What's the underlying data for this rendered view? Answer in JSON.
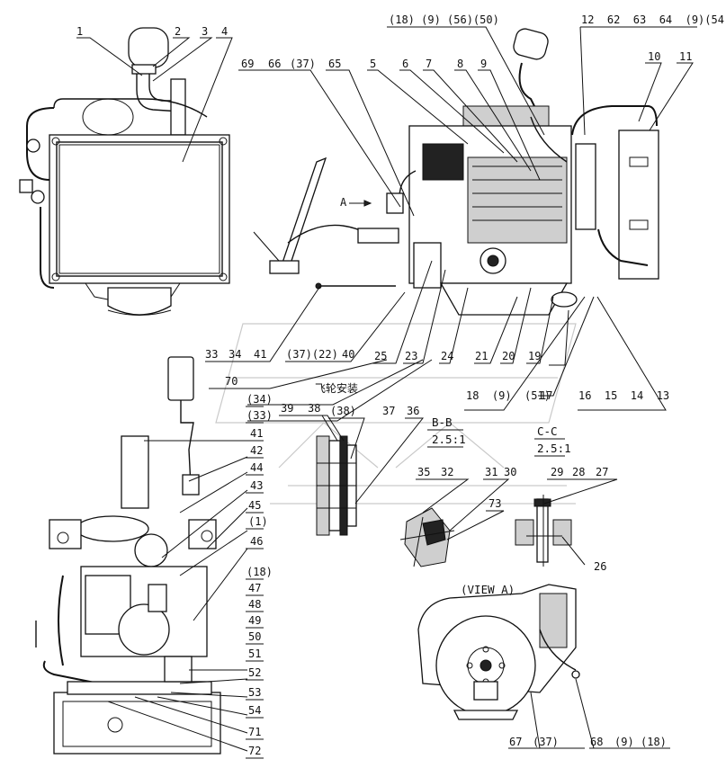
{
  "labels_top_left": [
    "1",
    "2",
    "3",
    "4"
  ],
  "labels_top_mid_left": [
    "69",
    "66",
    "(37)",
    "65"
  ],
  "labels_top_mid": [
    "5",
    "6",
    "7",
    "8",
    "9"
  ],
  "label_top_group": "(18) (9) (56)(50)",
  "label_top_right_group": "12  62  63  64  (9)(54)",
  "labels_top_right": [
    "10",
    "11"
  ],
  "label_view_arrow": "A",
  "row1": [
    "33",
    "34",
    "41",
    "(37)(22)",
    "40",
    "25",
    "23",
    "24",
    "21",
    "20",
    "19"
  ],
  "label_70": "70",
  "row2_right": "18  (9)  (51)",
  "label_17": "17",
  "row2_far_right": "16  15  14  13",
  "chinese_note": "飞轮安装",
  "left_stack": [
    "(34)",
    "(33)",
    "41",
    "42",
    "44",
    "43",
    "45",
    "(1)",
    "46",
    "(18)",
    "47",
    "48",
    "49",
    "50",
    "51",
    "52",
    "53",
    "54",
    "71",
    "72"
  ],
  "flywheel_labels": [
    "39",
    "38",
    "(38)",
    "37",
    "36"
  ],
  "section_bb": {
    "title": "B-B",
    "scale": "2.5:1",
    "parts": [
      "35",
      "32",
      "31",
      "30",
      "73"
    ]
  },
  "section_cc": {
    "title": "C-C",
    "scale": "2.5:1",
    "parts": [
      "29",
      "28",
      "27",
      "26"
    ]
  },
  "view_a": {
    "title": "(VIEW A)",
    "parts": [
      "67",
      "(37)",
      "68",
      "(9)",
      "(18)"
    ]
  }
}
